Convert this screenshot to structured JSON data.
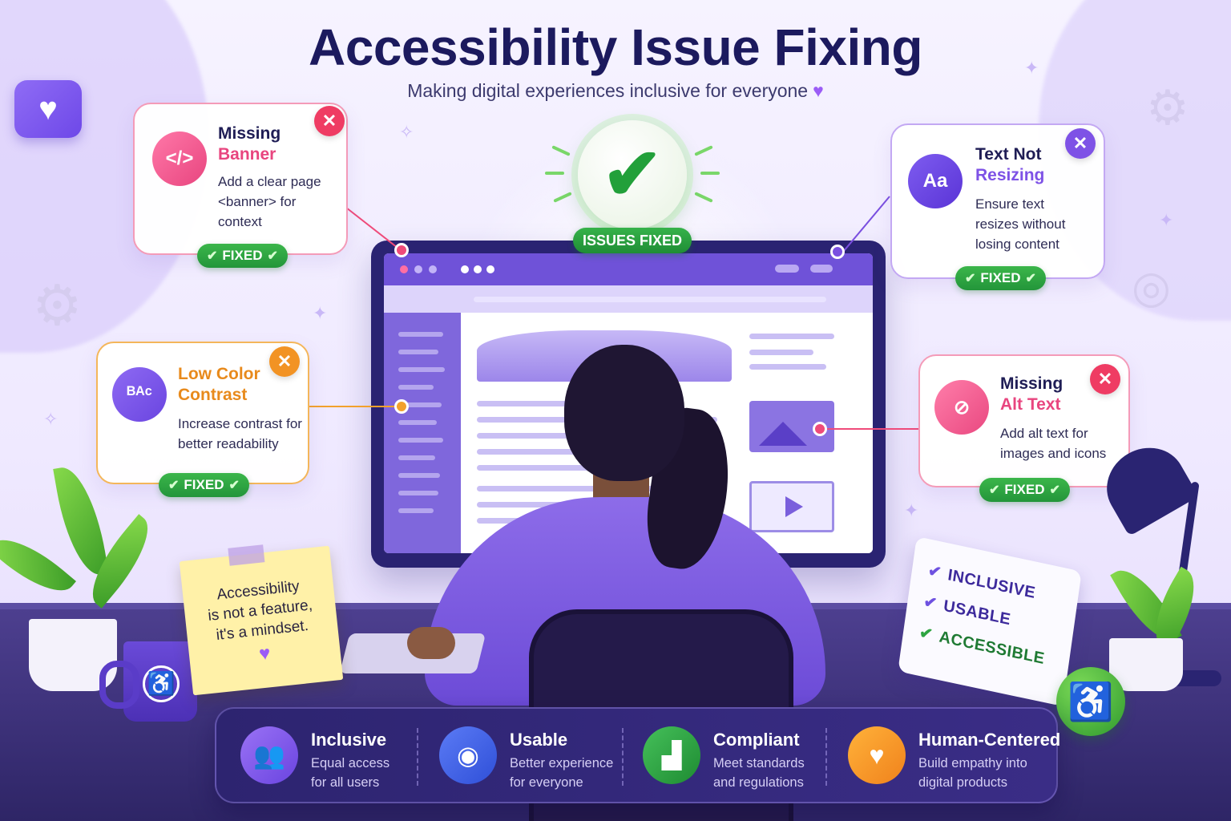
{
  "header": {
    "title": "Accessibility Issue Fixing",
    "subtitle": "Making digital experiences inclusive for everyone",
    "subtitle_heart": "♥"
  },
  "status": {
    "issues_fixed": "ISSUES FIXED",
    "check_mark": "✔"
  },
  "issues": [
    {
      "title_line1": "Missing",
      "title_line2": "Banner",
      "description": "Add a clear page <banner> for context",
      "badge": "FIXED",
      "icon": "code-icon",
      "icon_glyph": "</>",
      "accent": "#e8457f"
    },
    {
      "title_line1": "Text Not",
      "title_line2": "Resizing",
      "description": "Ensure text resizes without losing content",
      "badge": "FIXED",
      "icon": "text-size-icon",
      "icon_glyph": "Aa",
      "accent": "#7e52e6"
    },
    {
      "title_line1": "Low Color",
      "title_line2": "Contrast",
      "description": "Increase contrast for better readability",
      "badge": "FIXED",
      "icon": "letters-icon",
      "icon_glyph": "ᴮᴬᶜ",
      "accent": "#e88a1c"
    },
    {
      "title_line1": "Missing",
      "title_line2": "Alt Text",
      "description": "Add alt text for images and icons",
      "badge": "FIXED",
      "icon": "no-hearing-icon",
      "icon_glyph": "⊘",
      "accent": "#e8457f"
    }
  ],
  "sticky_note": {
    "line1": "Accessibility",
    "line2": "is not a feature,",
    "line3": "it's a mindset.",
    "heart": "♥"
  },
  "calendar": {
    "items": [
      "INCLUSIVE",
      "USABLE",
      "ACCESSIBLE"
    ]
  },
  "features": [
    {
      "title": "Inclusive",
      "line1": "Equal access",
      "line2": "for all users",
      "icon": "users-icon",
      "color": "#7a52e6"
    },
    {
      "title": "Usable",
      "line1": "Better experience",
      "line2": "for everyone",
      "icon": "eye-icon",
      "color": "#3f5ee8"
    },
    {
      "title": "Compliant",
      "line1": "Meet standards",
      "line2": "and regulations",
      "icon": "chart-icon",
      "color": "#2a9e3c"
    },
    {
      "title": "Human-Centered",
      "line1": "Build empathy into",
      "line2": "digital products",
      "icon": "heart-icon",
      "color": "#f29324"
    }
  ]
}
